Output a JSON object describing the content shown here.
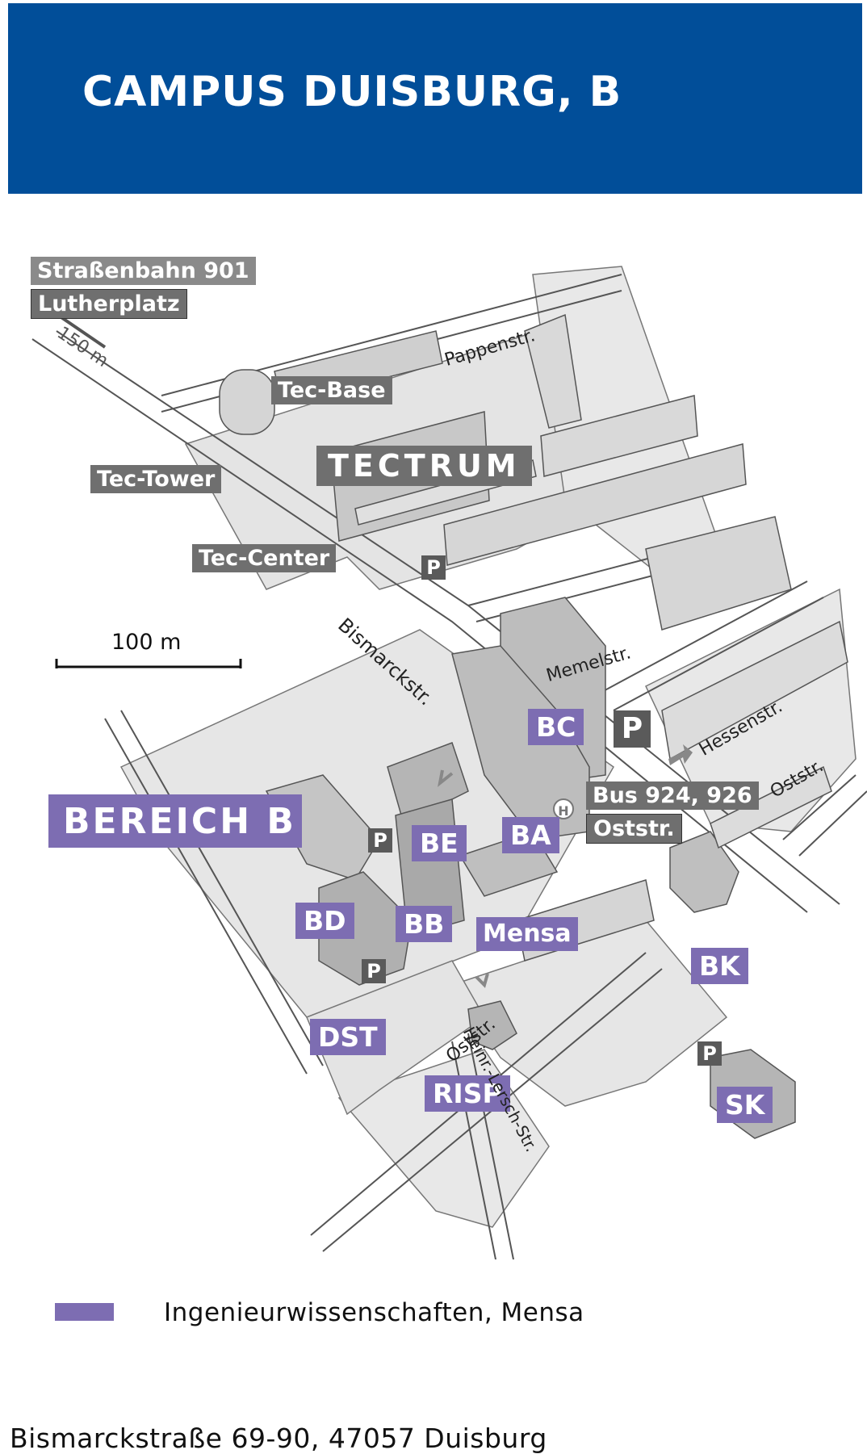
{
  "header": {
    "title": "CAMPUS DUISBURG, B"
  },
  "transit": {
    "tram": "Straßenbahn 901",
    "stop": "Lutherplatz",
    "distance": "150 m"
  },
  "scale": {
    "label": "100 m"
  },
  "area": {
    "label": "BEREICH B"
  },
  "tectrum": {
    "title": "TECTRUM",
    "base": "Tec-Base",
    "tower": "Tec-Tower",
    "center": "Tec-Center"
  },
  "buildings": {
    "bc": "BC",
    "ba": "BA",
    "be": "BE",
    "bd": "BD",
    "bb": "BB",
    "mensa": "Mensa",
    "dst": "DST",
    "bk": "BK",
    "risp": "RISP",
    "sk": "SK"
  },
  "bus": {
    "lines": "Bus 924, 926",
    "stop": "Oststr.",
    "stop_icon": "H"
  },
  "parking": {
    "symbol": "P"
  },
  "streets": {
    "pappen": "Pappenstr.",
    "bismarck": "Bismarckstr.",
    "memel": "Memelstr.",
    "hessen": "Hessenstr.",
    "oststr": "Oststr.",
    "oststr2": "Oststr.",
    "lersch": "Heinr.-Lersch-Str."
  },
  "legend": {
    "text": "Ingenieurwissenschaften, Mensa",
    "color": "#7d6db2"
  },
  "footer": {
    "address": "Bismarckstraße 69-90, 47057 Duisburg"
  },
  "colors": {
    "header": "#014e99",
    "faculty": "#7d6db2",
    "label_grey": "#6f6f6f"
  }
}
